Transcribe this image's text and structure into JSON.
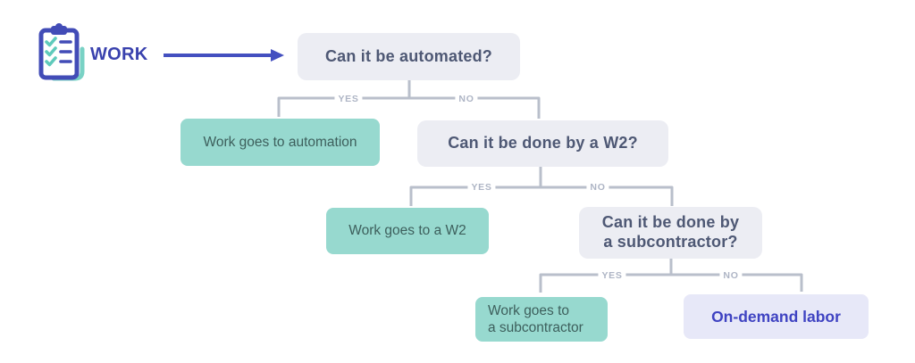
{
  "title": "Work routing decision flowchart",
  "palette": {
    "accent_indigo": "#424cb7",
    "question_fill": "#ecedf3",
    "question_text": "#4e5874",
    "teal_fill": "#97d9cf",
    "teal_text": "#3d5f5c",
    "lavender_fill": "#e7e8f8",
    "lavender_text": "#3f43c2",
    "connector_gray": "#b9bfcb",
    "branch_label_gray": "#aeb5c5",
    "icon_check_teal": "#5fcabb"
  },
  "source": {
    "label": "WORK",
    "icon": "clipboard-checklist-icon"
  },
  "branch_labels": {
    "yes": "YES",
    "no": "NO"
  },
  "nodes": {
    "q_automated": {
      "label": "Can it be automated?"
    },
    "outcome_automation": {
      "label": "Work goes to automation"
    },
    "q_w2": {
      "label": "Can it be done by a W2?"
    },
    "outcome_w2": {
      "label": "Work goes to a W2"
    },
    "q_subcontractor": {
      "line1": "Can it be done by",
      "line2": "a subcontractor?"
    },
    "outcome_subcontractor": {
      "line1": "Work goes to",
      "line2": "a subcontractor"
    },
    "outcome_on_demand": {
      "label": "On-demand labor"
    }
  }
}
